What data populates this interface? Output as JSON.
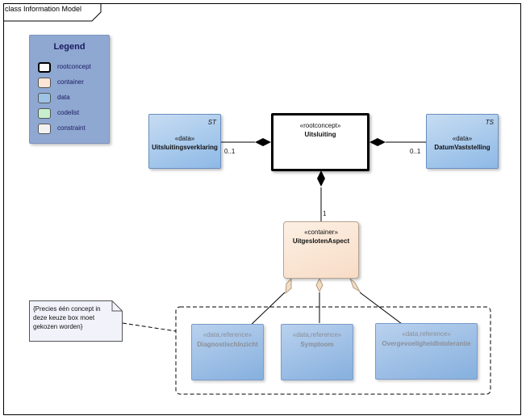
{
  "frame": {
    "title": "class Information Model"
  },
  "legend": {
    "title": "Legend",
    "items": [
      {
        "label": "rootconcept",
        "color": "#ffffff",
        "border": "#000000"
      },
      {
        "label": "container",
        "color": "#fbe5d6",
        "border": "#8c7a6b"
      },
      {
        "label": "data",
        "color": "#9dc3e6",
        "border": "#5b7fa8"
      },
      {
        "label": "codelist",
        "color": "#c6efce",
        "border": "#6f9a76"
      },
      {
        "label": "constraint",
        "color": "#f2f2f2",
        "border": "#7f7f7f"
      }
    ]
  },
  "classes": {
    "uitsluitingsverklaring": {
      "stereotype": "«data»",
      "name": "Uitsluitingsverklaring",
      "tag": "ST"
    },
    "uitsluiting": {
      "stereotype": "«rootconcept»",
      "name": "Uitsluiting"
    },
    "datumvaststelling": {
      "stereotype": "«data»",
      "name": "DatumVaststelling",
      "tag": "TS"
    },
    "uitgeslotenaspect": {
      "stereotype": "«container»",
      "name": "UitgeslotenAspect"
    },
    "diagnostischinzicht": {
      "stereotype": "«data,reference»",
      "name": "DiagnostischInzicht"
    },
    "symptoom": {
      "stereotype": "«data,reference»",
      "name": "Symptoom"
    },
    "overgevoeligheid": {
      "stereotype": "«data,reference»",
      "name": "OvergevoeligheidIntolerantie"
    }
  },
  "multiplicities": {
    "left": "0..1",
    "right": "0..1",
    "bottom": "1"
  },
  "note": {
    "text": "{Precies één concept in deze keuze box moet gekozen worden}"
  }
}
